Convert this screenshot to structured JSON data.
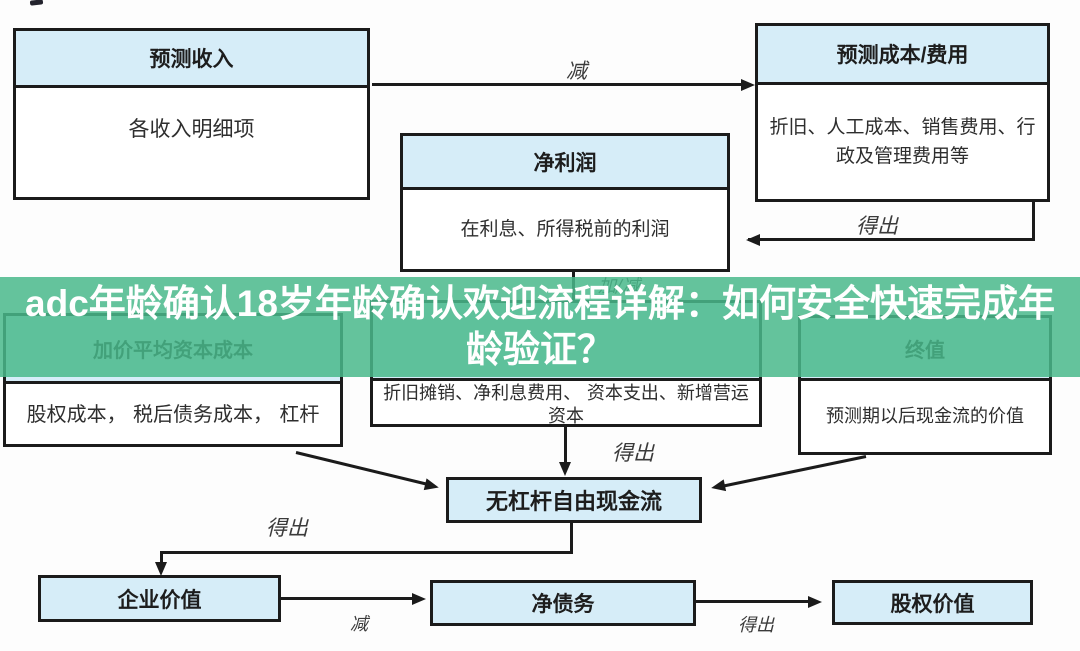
{
  "banner": {
    "line1": "adc年龄确认18岁年龄确认欢迎流程详解：如何安全快速完成年",
    "line2": "龄验证？",
    "bg_color": "#49b88b",
    "text_color": "#ffffff"
  },
  "colors": {
    "box_header_bg": "#d6edf8",
    "box_body_bg": "#ffffff",
    "border": "#1b1b1b",
    "edge_label": "#3b3b3b"
  },
  "boxes": {
    "forecast_revenue": {
      "title": "预测收入",
      "body": "各收入明细项"
    },
    "forecast_cost": {
      "title": "预测成本/费用",
      "body": "折旧、人工成本、销售费用、行政及管理费用等"
    },
    "net_profit": {
      "title": "净利润",
      "body": "在利息、所得税前的利润"
    },
    "adjustments": {
      "title": "",
      "body": "折旧摊销、净利息费用、 资本支出、新增营运资本"
    },
    "wacc": {
      "title": "加价平均资本成本",
      "body": "股权成本， 税后债务成本， 杠杆"
    },
    "terminal_value": {
      "title": "终值",
      "body": "预测期以后现金流的价值"
    },
    "unlevered_fcf": {
      "title": "无杠杆自由现金流"
    },
    "enterprise_value": {
      "title": "企业价值"
    },
    "net_debt": {
      "title": "净债务"
    },
    "equity_value": {
      "title": "股权价值"
    }
  },
  "edge_labels": {
    "minus_top": "减",
    "derive_cost": "得出",
    "plus_minus": "加/减",
    "derive_adj": "得出",
    "derive_fcf": "得出",
    "minus_bottom": "减",
    "derive_equity": "得出"
  }
}
